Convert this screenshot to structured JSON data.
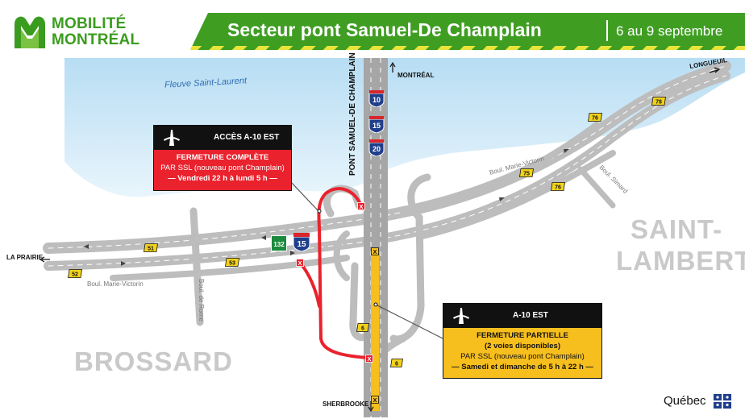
{
  "header": {
    "logo_line1": "MOBILITÉ",
    "logo_line2": "MONTRÉAL",
    "title": "Secteur pont Samuel-De Champlain",
    "dates": "6 au 9 septembre"
  },
  "colors": {
    "brand_green": "#3f9e22",
    "river": "#a9d3ef",
    "road": "#bfbfbf",
    "closure_red": "#e9222d",
    "closure_yellow": "#f7bf1e"
  },
  "map": {
    "river_label": "Fleuve Saint-Laurent",
    "bridge_label": "PONT SAMUEL-DE CHAMPLAIN",
    "city_saint_lambert_1": "SAINT-",
    "city_saint_lambert_2": "LAMBERT",
    "city_brossard": "BROSSARD",
    "dir_montreal": "MONTRÉAL",
    "dir_longueuil": "LONGUEUIL",
    "dir_la_prairie": "LA PRAIRIE",
    "dir_sherbrooke": "SHERBROOKE",
    "boul_marie_victorin_ne": "Boul. Marie-Victorin",
    "boul_marie_victorin_sw": "Boul. Marie-Victorin",
    "boul_simard": "Boul. Simard",
    "boul_de_rome": "Boul. de Rome",
    "shields": {
      "a10": "10",
      "a15": "15",
      "a20": "20",
      "a15_b": "15",
      "r132": "132"
    },
    "exits": {
      "e51": "51",
      "e52": "52",
      "e53": "53",
      "e6a": "6",
      "e6b": "6",
      "e75": "75",
      "e76a": "76",
      "e76b": "76",
      "e78": "78"
    },
    "closure_marker": "X"
  },
  "callout_red": {
    "heading": "ACCÈS A-10 EST",
    "line1": "FERMETURE COMPLÈTE",
    "line2": "PAR SSL (nouveau pont Champlain)",
    "line3": "— Vendredi 22 h à lundi 5 h —"
  },
  "callout_yellow": {
    "heading": "A-10 EST",
    "line1": "FERMETURE PARTIELLE",
    "line2": "(2 voies disponibles)",
    "line3": "PAR SSL (nouveau pont Champlain)",
    "line4": "— Samedi et dimanche de 5 h à 22 h —"
  },
  "footer": {
    "brand": "Québec"
  }
}
